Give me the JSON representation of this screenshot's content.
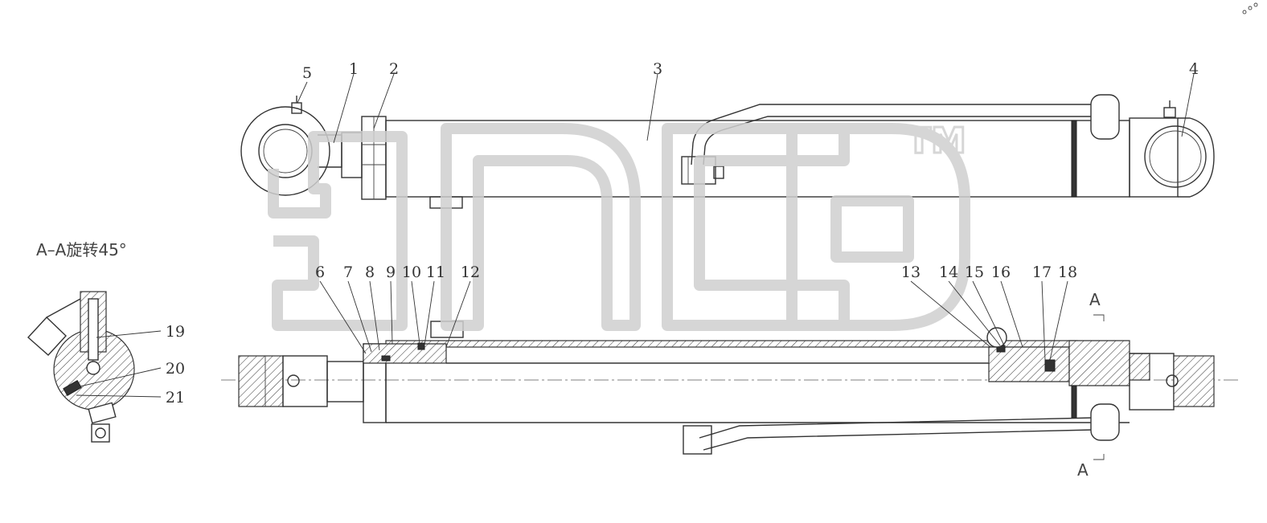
{
  "part_numbers": [
    "1",
    "2",
    "3",
    "4",
    "5",
    "6",
    "7",
    "8",
    "9",
    "10",
    "11",
    "12",
    "13",
    "14",
    "15",
    "16",
    "17",
    "18",
    "19",
    "20",
    "21"
  ],
  "section_view_title": "A–A旋转45°",
  "section_markers": {
    "top": "A",
    "bottom": "A"
  },
  "watermark": {
    "trademark": "TM"
  },
  "colors": {
    "line": "#333333",
    "watermark": "#cfcfcf",
    "background": "#ffffff"
  }
}
